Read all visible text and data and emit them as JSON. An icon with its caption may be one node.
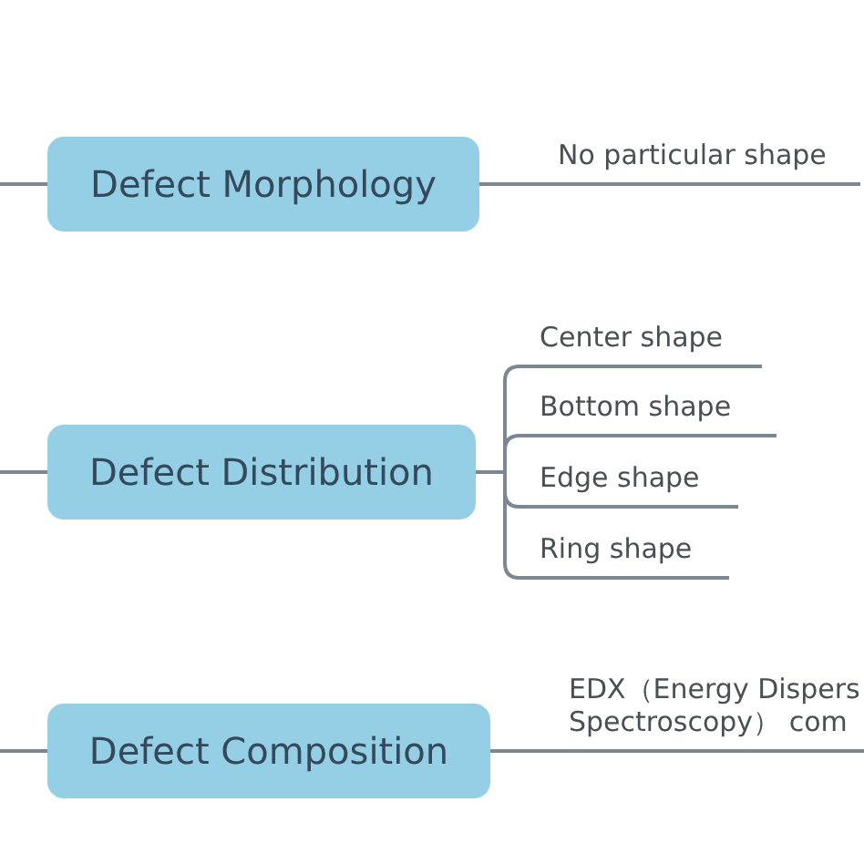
{
  "diagram": {
    "nodes": [
      {
        "text": [
          "Defect Morphology"
        ]
      },
      {
        "text": [
          "No particular shape"
        ]
      },
      {
        "text": [
          "Defect Distribution"
        ]
      },
      {
        "text": [
          "Center shape"
        ]
      },
      {
        "text": [
          "Bottom shape"
        ]
      },
      {
        "text": [
          "Edge shape"
        ]
      },
      {
        "text": [
          "Ring shape"
        ]
      },
      {
        "text": [
          "Defect Composition"
        ]
      },
      {
        "text": [
          "EDX（Energy Dispers Spectroscopy） com"
        ]
      }
    ],
    "edges": [
      {
        "from": null,
        "to": 0,
        "arrow": "none"
      },
      {
        "from": 0,
        "to": 1,
        "arrow": "none"
      },
      {
        "from": null,
        "to": 2,
        "arrow": "none"
      },
      {
        "from": 2,
        "to": 3,
        "arrow": "none"
      },
      {
        "from": 2,
        "to": 4,
        "arrow": "none"
      },
      {
        "from": 2,
        "to": 5,
        "arrow": "none"
      },
      {
        "from": 2,
        "to": 6,
        "arrow": "none"
      },
      {
        "from": null,
        "to": 7,
        "arrow": "none"
      },
      {
        "from": 7,
        "to": 8,
        "arrow": "none"
      }
    ]
  }
}
